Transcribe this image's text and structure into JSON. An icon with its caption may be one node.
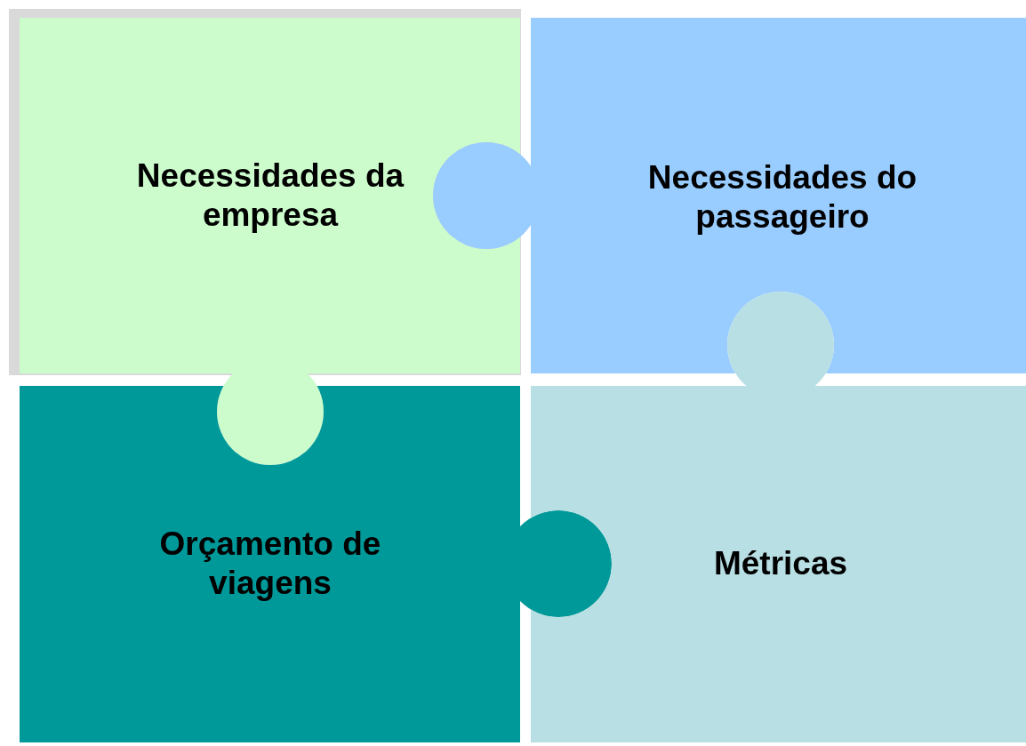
{
  "diagram": {
    "nodes": [
      {
        "text": [
          "Necessidades da empresa"
        ]
      },
      {
        "text": [
          "Necessidades do passageiro"
        ]
      },
      {
        "text": [
          "Orçamento de viagens"
        ]
      },
      {
        "text": [
          "Métricas"
        ]
      }
    ]
  }
}
